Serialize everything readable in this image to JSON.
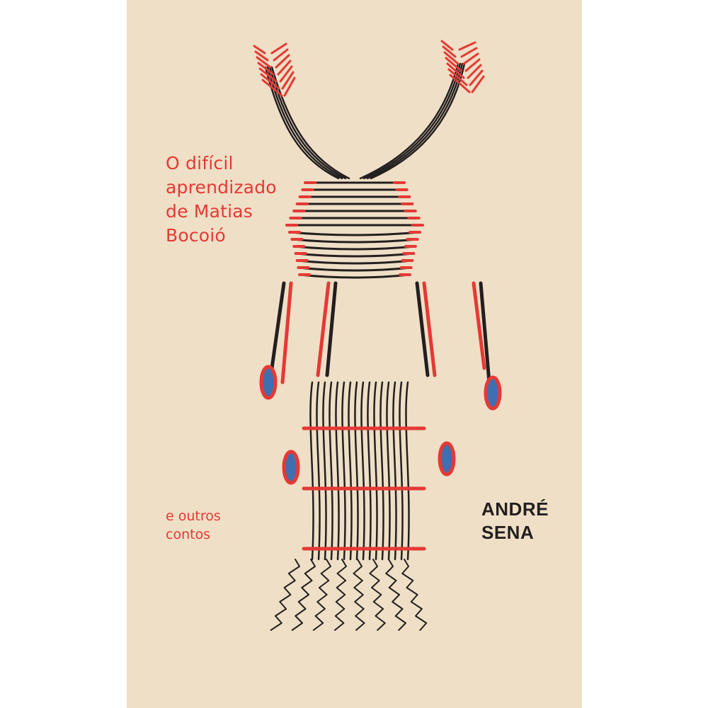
{
  "cover": {
    "background_color": "#efdfc6",
    "accent_color": "#e53935",
    "ink_color": "#231f20",
    "blue_color": "#3f6fb0",
    "title_lines": [
      "O difícil",
      "aprendizado",
      "de Matias",
      "Bocoió"
    ],
    "subtitle_lines": [
      "e outros",
      "contos"
    ],
    "author_lines": [
      "ANDRÉ",
      "SENA"
    ],
    "illustration": "stitched-figure-illustration"
  }
}
